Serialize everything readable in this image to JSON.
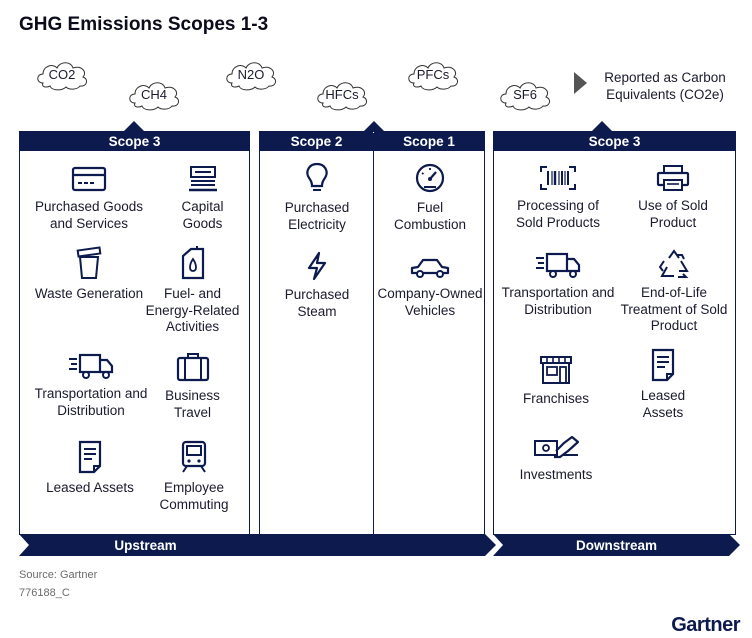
{
  "title": "GHG Emissions Scopes 1-3",
  "gases": [
    "CO2",
    "CH4",
    "N2O",
    "HFCs",
    "PFCs",
    "SF6"
  ],
  "reported_note": "Reported as Carbon Equivalents (CO2e)",
  "left": {
    "header": "Scope 3",
    "items": [
      {
        "icon": "credit-card-icon",
        "label": "Purchased Goods and Services"
      },
      {
        "icon": "cash-register-icon",
        "label": "Capital Goods"
      },
      {
        "icon": "trash-icon",
        "label": "Waste Generation"
      },
      {
        "icon": "fuel-can-icon",
        "label": "Fuel- and Energy-Related Activities"
      },
      {
        "icon": "truck-icon",
        "label": "Transportation and Distribution"
      },
      {
        "icon": "suitcase-icon",
        "label": "Business Travel"
      },
      {
        "icon": "document-icon",
        "label": "Leased Assets"
      },
      {
        "icon": "train-icon",
        "label": "Employee Commuting"
      }
    ],
    "footer": "Upstream"
  },
  "middle": {
    "scope2": {
      "header": "Scope 2",
      "items": [
        {
          "icon": "lightbulb-icon",
          "label": "Purchased Electricity"
        },
        {
          "icon": "lightning-icon",
          "label": "Purchased Steam"
        }
      ]
    },
    "scope1": {
      "header": "Scope 1",
      "items": [
        {
          "icon": "gauge-icon",
          "label": "Fuel Combustion"
        },
        {
          "icon": "car-icon",
          "label": "Company-Owned Vehicles"
        }
      ]
    }
  },
  "right": {
    "header": "Scope 3",
    "items": [
      {
        "icon": "barcode-icon",
        "label": "Processing of Sold Products"
      },
      {
        "icon": "printer-icon",
        "label": "Use of Sold Product"
      },
      {
        "icon": "truck-icon",
        "label": "Transportation and Distribution"
      },
      {
        "icon": "recycle-icon",
        "label": "End-of-Life Treatment of Sold Product"
      },
      {
        "icon": "storefront-icon",
        "label": "Franchises"
      },
      {
        "icon": "document-icon",
        "label": "Leased Assets"
      },
      {
        "icon": "handshake-money-icon",
        "label": "Investments"
      }
    ],
    "footer": "Downstream"
  },
  "source": "Source: Gartner",
  "code": "776188_C",
  "brand": "Gartner",
  "colors": {
    "navy": "#0d1a4d",
    "text": "#1a1a2e"
  }
}
